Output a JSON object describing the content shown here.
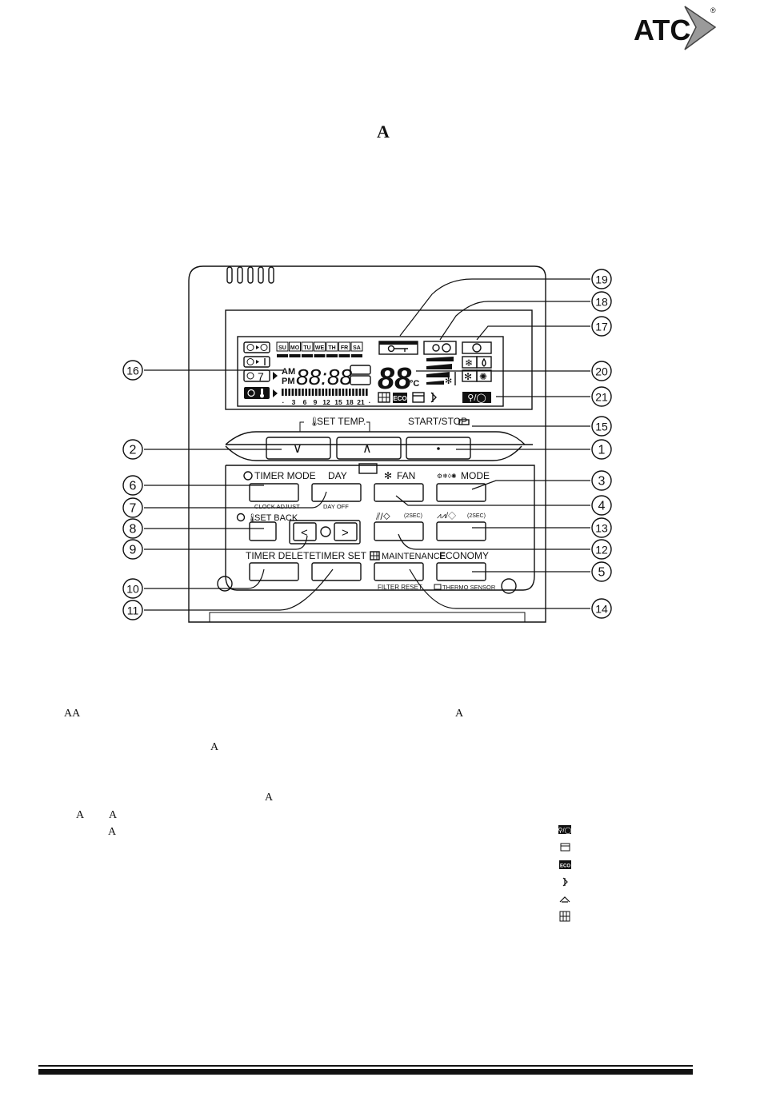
{
  "brand": {
    "logo_text": "ATC",
    "registered_mark": "®"
  },
  "page_heading_char": "A",
  "body_fragments": {
    "f1": "AA",
    "f2": "A",
    "f3": "A",
    "f4": "A",
    "f5": "A",
    "f6": "A",
    "f7": "A"
  },
  "display": {
    "days": [
      "SU",
      "MO",
      "TU",
      "WE",
      "TH",
      "FR",
      "SA"
    ],
    "am": "AM",
    "pm": "PM",
    "clock_digits": "88:88",
    "temp_digits": "88",
    "temp_unit": "°C",
    "timeline_ticks": [
      "·",
      "3",
      "6",
      "9",
      "12",
      "15",
      "18",
      "21",
      "·"
    ],
    "timer_day": "7",
    "eco_badge": "ECO"
  },
  "labels": {
    "set_temp": "SET TEMP.",
    "start_stop": "START/STOP",
    "down_arrow": "∨",
    "up_arrow": "∧",
    "timer_mode": "TIMER MODE",
    "clock_adjust": "CLOCK ADJUST",
    "day": "DAY",
    "day_off": "DAY OFF",
    "fan": "FAN",
    "mode": "MODE",
    "set_back": "SET BACK",
    "swing_2sec": "(2SEC)",
    "louver_2sec": "(2SEC)",
    "timer_delete": "TIMER DELETE",
    "timer_set": "TIMER SET",
    "maintenance": "MAINTENANCE",
    "filter_reset": "FILTER RESET",
    "economy": "ECONOMY",
    "thermo_sensor": "THERMO SENSOR",
    "left_arrow": "<",
    "right_arrow": ">"
  },
  "callouts": [
    "1",
    "2",
    "3",
    "4",
    "5",
    "6",
    "7",
    "8",
    "9",
    "10",
    "11",
    "12",
    "13",
    "14",
    "15",
    "16",
    "17",
    "18",
    "19",
    "20",
    "21"
  ],
  "legend_icons": [
    "fan-mode-icon",
    "thermo-sensor-icon",
    "eco-icon",
    "swing-icon",
    "louver-icon",
    "filter-icon"
  ]
}
